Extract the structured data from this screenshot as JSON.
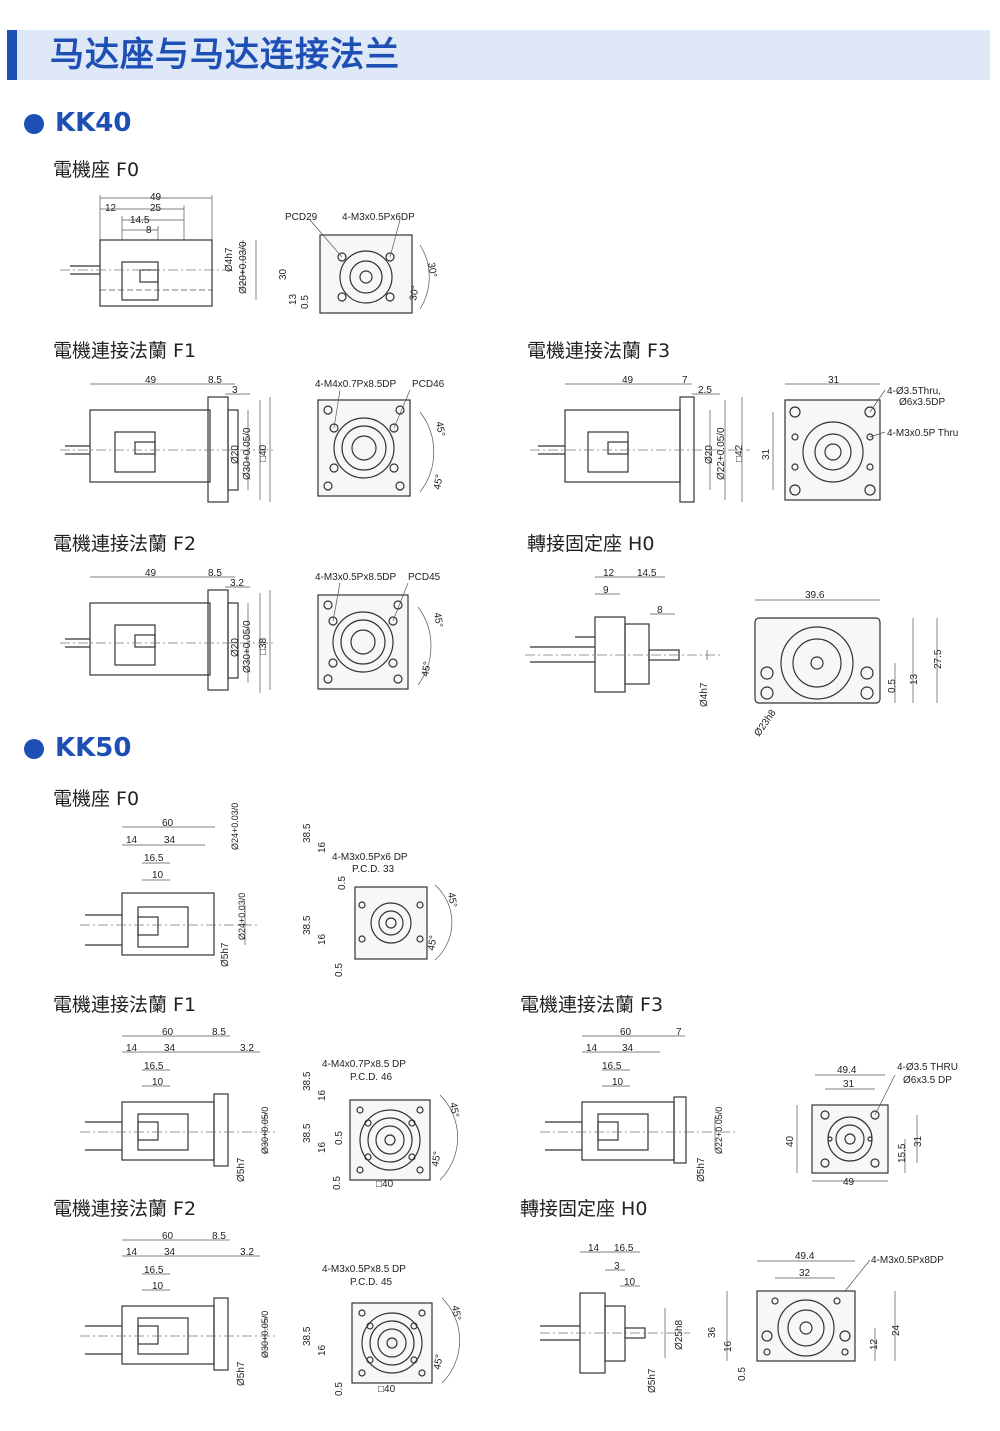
{
  "header": {
    "title": "马达座与马达连接法兰"
  },
  "sections": [
    {
      "title": "KK40"
    },
    {
      "title": "KK50"
    }
  ],
  "kk40": {
    "f0": {
      "title": "電機座 F0",
      "side": {
        "d49": "49",
        "d25": "25",
        "d12": "12",
        "d145": "14.5",
        "d8": "8",
        "shaft1": "Ø4h7",
        "shaft2": "Ø20+0.03/0"
      },
      "front": {
        "pcd": "PCD29",
        "hole": "4-M3x0.5Px6DP",
        "h30": "30",
        "h13": "13",
        "h05": "0.5",
        "a1": "30°",
        "a2": "30°"
      }
    },
    "f1": {
      "title": "電機連接法蘭 F1",
      "side": {
        "d49": "49",
        "d85": "8.5",
        "d3": "3",
        "dia1": "Ø20",
        "dia2": "Ø30+0.05/0",
        "sq": "□40"
      },
      "front": {
        "hole": "4-M4x0.7Px8.5DP",
        "pcd": "PCD46",
        "a1": "45°",
        "a2": "45°"
      }
    },
    "f3": {
      "title": "電機連接法蘭 F3",
      "side": {
        "d49": "49",
        "d7": "7",
        "d25": "2.5",
        "dia1": "Ø20",
        "dia2": "Ø22+0.05/0",
        "sq": "□42"
      },
      "front": {
        "w31": "31",
        "h31": "31",
        "hole1": "4-Ø3.5Thru,",
        "hole1b": "Ø6x3.5DP",
        "hole2": "4-M3x0.5P Thru"
      }
    },
    "f2": {
      "title": "電機連接法蘭 F2",
      "side": {
        "d49": "49",
        "d85": "8.5",
        "d32": "3.2",
        "dia1": "Ø20",
        "dia2": "Ø30+0.05/0",
        "sq": "□38"
      },
      "front": {
        "hole": "4-M3x0.5Px8.5DP",
        "pcd": "PCD45",
        "a1": "45°",
        "a2": "45°"
      }
    },
    "h0": {
      "title": "轉接固定座 H0",
      "side": {
        "d12": "12",
        "d145": "14.5",
        "d9": "9",
        "d8": "8",
        "shaft": "Ø4h7"
      },
      "front": {
        "w": "39.6",
        "h275": "27.5",
        "h13": "13",
        "h05": "0.5",
        "dia": "Ø23h8"
      }
    }
  },
  "kk50": {
    "f0": {
      "title": "電機座 F0",
      "side": {
        "d60": "60",
        "d14": "14",
        "d34": "34",
        "d165": "16.5",
        "d10": "10",
        "dia1": "Ø24+0.03/0",
        "dia2": "Ø24+0.03/0",
        "shaft": "Ø5h7"
      },
      "front": {
        "hole": "4-M3x0.5Px6 DP",
        "pcd": "P.C.D. 33",
        "h385a": "38.5",
        "h16a": "16",
        "h05a": "0.5",
        "h385b": "38.5",
        "h16b": "16",
        "h05b": "0.5",
        "a1": "45°",
        "a2": "45°"
      }
    },
    "f1": {
      "title": "電機連接法蘭 F1",
      "side": {
        "d60": "60",
        "d85": "8.5",
        "d14": "14",
        "d34": "34",
        "d32": "3.2",
        "d165": "16.5",
        "d10": "10",
        "shaft": "Ø5h7",
        "dia": "Ø30+0.05/0"
      },
      "front": {
        "hole": "4-M4x0.7Px8.5 DP",
        "pcd": "P.C.D. 46",
        "h385a": "38.5",
        "h16a": "16",
        "h05a": "0.5",
        "h385b": "38.5",
        "h16b": "16",
        "h05b": "0.5",
        "sq": "□40",
        "a1": "45°",
        "a2": "45°"
      }
    },
    "f3": {
      "title": "電機連接法蘭 F3",
      "side": {
        "d60": "60",
        "d7": "7",
        "d14": "14",
        "d34": "34",
        "d165": "16.5",
        "d10": "10",
        "shaft": "Ø5h7",
        "dia": "Ø22+0.05/0"
      },
      "front": {
        "w494": "49.4",
        "w31": "31",
        "h40": "40",
        "h155": "15.5",
        "h31": "31",
        "w49": "49",
        "hole": "4-Ø3.5 THRU",
        "holeb": "Ø6x3.5 DP"
      }
    },
    "f2": {
      "title": "電機連接法蘭 F2",
      "side": {
        "d60": "60",
        "d85": "8.5",
        "d14": "14",
        "d34": "34",
        "d32": "3.2",
        "d165": "16.5",
        "d10": "10",
        "shaft": "Ø5h7",
        "dia": "Ø30+0.05/0"
      },
      "front": {
        "hole": "4-M3x0.5Px8.5 DP",
        "pcd": "P.C.D. 45",
        "h385": "38.5",
        "h16": "16",
        "h05": "0.5",
        "sq": "□40",
        "a1": "45°",
        "a2": "45°"
      }
    },
    "h0": {
      "title": "轉接固定座 H0",
      "side": {
        "d14": "14",
        "d165": "16.5",
        "d3": "3",
        "d10": "10",
        "shaft": "Ø5h7",
        "dia": "Ø25h8"
      },
      "front": {
        "w494": "49.4",
        "w32": "32",
        "hole": "4-M3x0.5Px8DP",
        "h36": "36",
        "h16": "16",
        "h05": "0.5",
        "h12": "12",
        "h24": "24"
      }
    }
  }
}
